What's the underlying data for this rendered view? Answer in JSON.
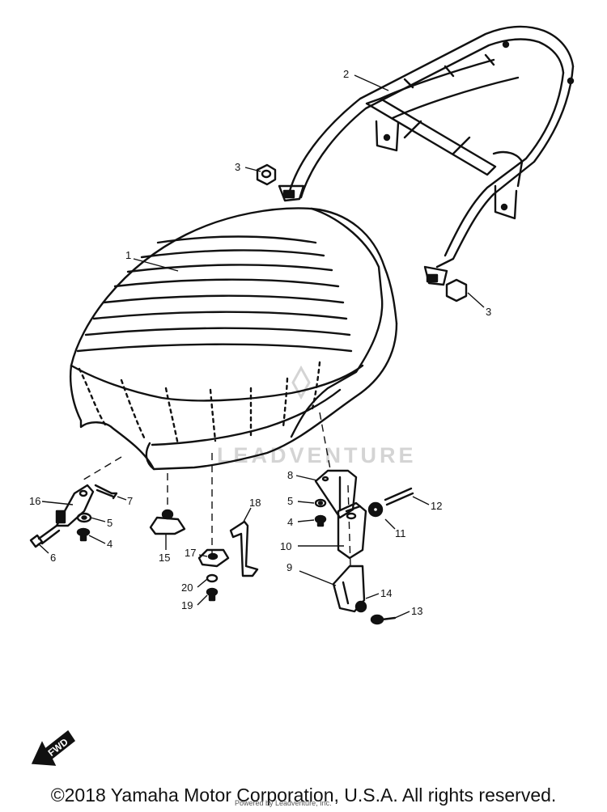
{
  "callouts": {
    "c1": "1",
    "c2": "2",
    "c3a": "3",
    "c3b": "3",
    "c4a": "4",
    "c4b": "4",
    "c5a": "5",
    "c5b": "5",
    "c6": "6",
    "c7": "7",
    "c8": "8",
    "c9": "9",
    "c10": "10",
    "c11": "11",
    "c12": "12",
    "c13": "13",
    "c14": "14",
    "c15": "15",
    "c16": "16",
    "c17": "17",
    "c18": "18",
    "c19": "19",
    "c20": "20"
  },
  "watermark": "LEADVENTURE",
  "fwd_label": "FWD",
  "copyright": "©2018 Yamaha Motor Corporation, U.S.A. All rights reserved.",
  "credit": "Powered by Leadventure, Inc."
}
